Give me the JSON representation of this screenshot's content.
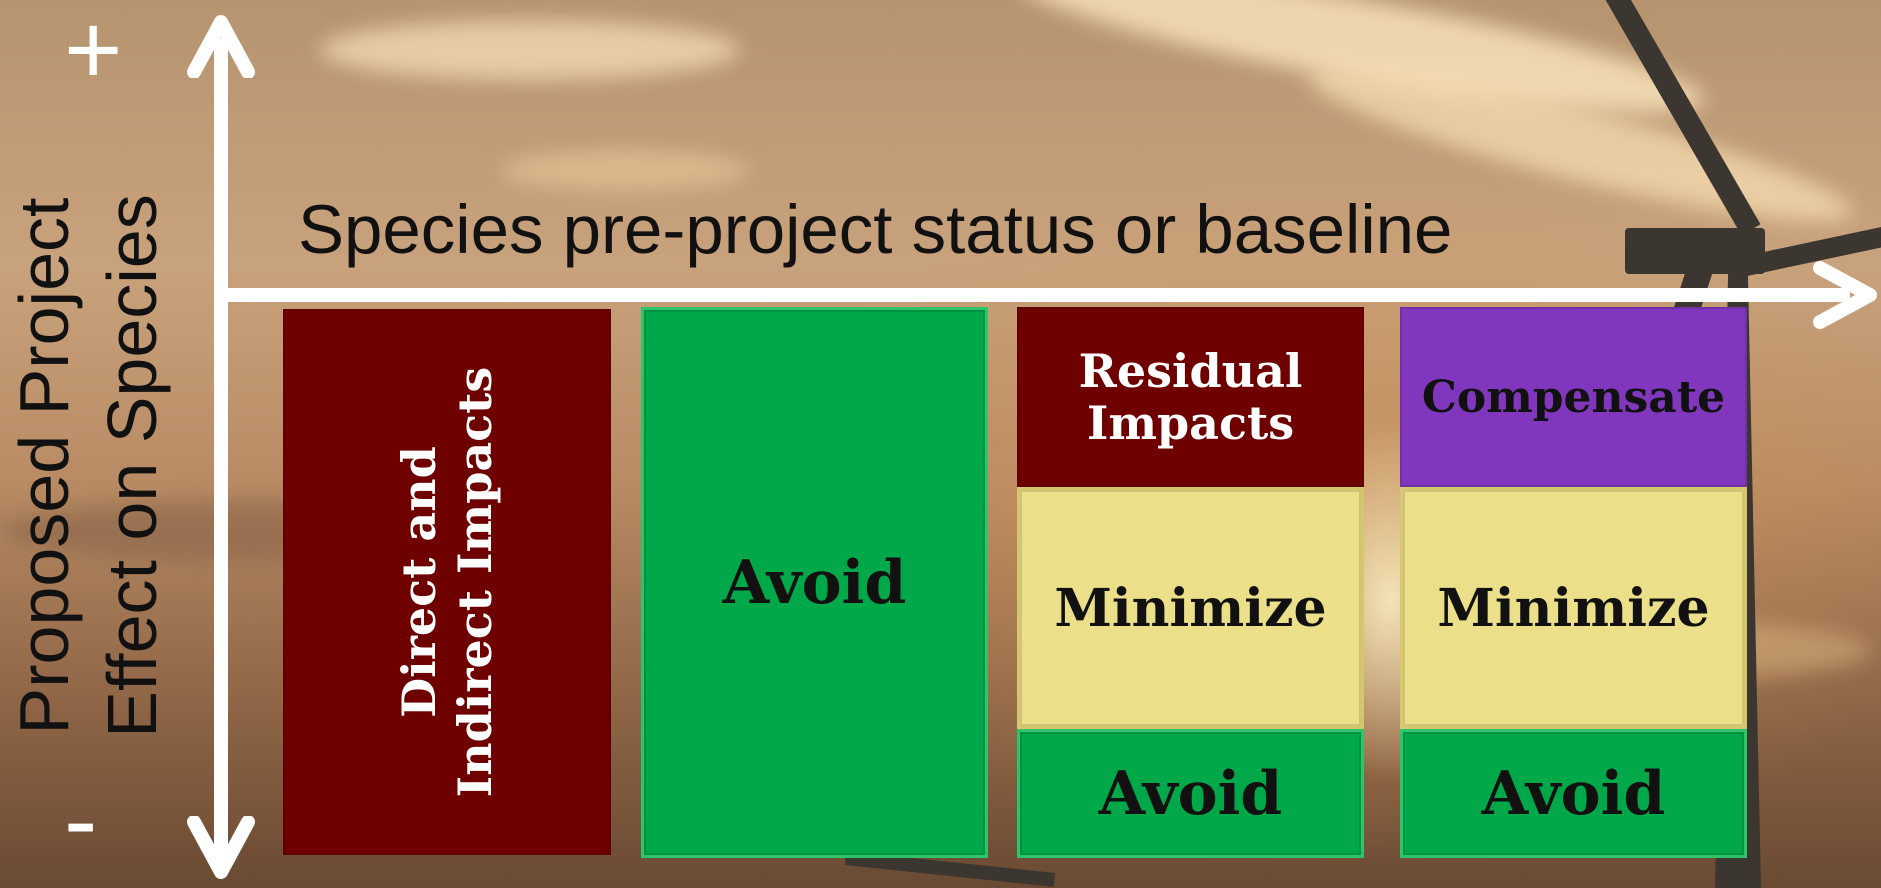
{
  "axes": {
    "y_label_line1": "Proposed Project",
    "y_label_line2": "Effect on Species",
    "x_label": "Species pre-project status or baseline",
    "plus_sign": "+",
    "minus_sign": "-"
  },
  "columns": [
    {
      "blocks": [
        {
          "label_line1": "Direct and",
          "label_line2": "Indirect Impacts",
          "color": "#6e0000"
        }
      ]
    },
    {
      "blocks": [
        {
          "label": "Avoid",
          "color": "#00a84a"
        }
      ]
    },
    {
      "blocks": [
        {
          "label_line1": "Residual",
          "label_line2": "Impacts",
          "color": "#6e0000"
        },
        {
          "label": "Minimize",
          "color": "#ebdf8a"
        },
        {
          "label": "Avoid",
          "color": "#00a84a"
        }
      ]
    },
    {
      "blocks": [
        {
          "label": "Compensate",
          "color": "#8137bd"
        },
        {
          "label": "Minimize",
          "color": "#ebdf8a"
        },
        {
          "label": "Avoid",
          "color": "#00a84a"
        }
      ]
    }
  ]
}
